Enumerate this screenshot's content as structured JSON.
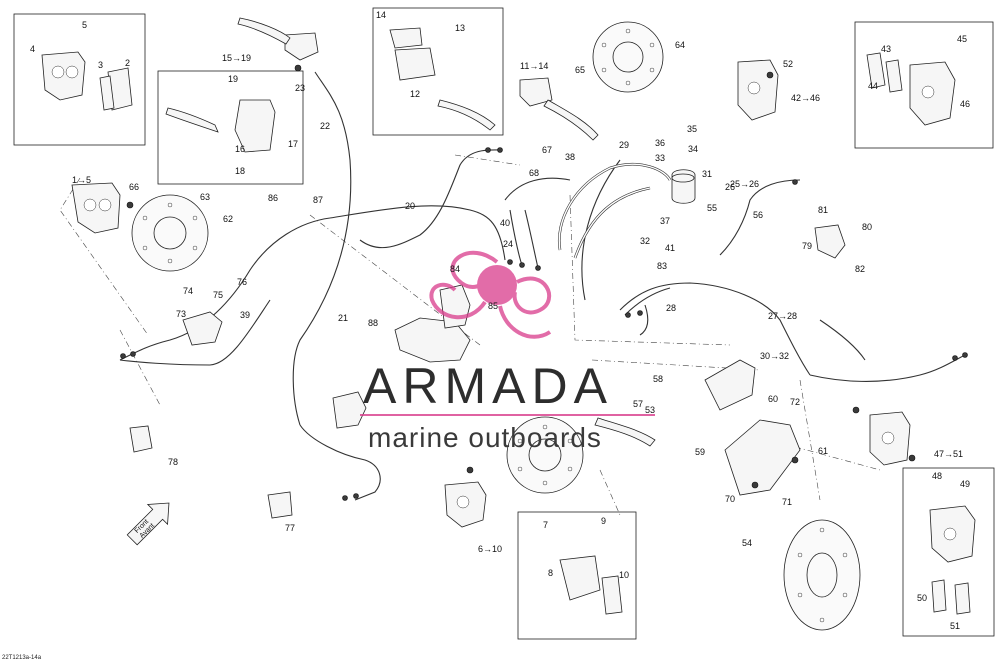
{
  "watermark": {
    "brand": "ARMADA",
    "tagline": "marine outboards"
  },
  "reference_code": "22T1213a-14a",
  "front_arrow": {
    "line1": "Front",
    "line2": "Avant"
  },
  "part_callouts": [
    "1",
    "2",
    "3",
    "4",
    "5",
    "6",
    "7",
    "8",
    "9",
    "10",
    "11",
    "12",
    "13",
    "14",
    "15",
    "16",
    "17",
    "18",
    "19",
    "20",
    "21",
    "22",
    "23",
    "24",
    "25",
    "26",
    "27",
    "28",
    "29",
    "30",
    "31",
    "32",
    "33",
    "34",
    "35",
    "36",
    "37",
    "38",
    "39",
    "40",
    "41",
    "42",
    "43",
    "44",
    "45",
    "46",
    "47",
    "48",
    "49",
    "50",
    "51",
    "52",
    "53",
    "54",
    "55",
    "56",
    "57",
    "58",
    "59",
    "60",
    "61",
    "62",
    "63",
    "64",
    "65",
    "66",
    "67",
    "68",
    "70",
    "71",
    "72",
    "73",
    "74",
    "75",
    "76",
    "77",
    "78",
    "79",
    "80",
    "81",
    "82",
    "83",
    "84",
    "85",
    "86",
    "87",
    "88"
  ],
  "range_labels": [
    "1→5",
    "15→19",
    "11→14",
    "25→26",
    "42→46",
    "27→28",
    "30→32",
    "47→51",
    "6→10"
  ],
  "colors": {
    "watermark_pink": "#d93c8c",
    "line": "#222222",
    "background": "#ffffff"
  }
}
